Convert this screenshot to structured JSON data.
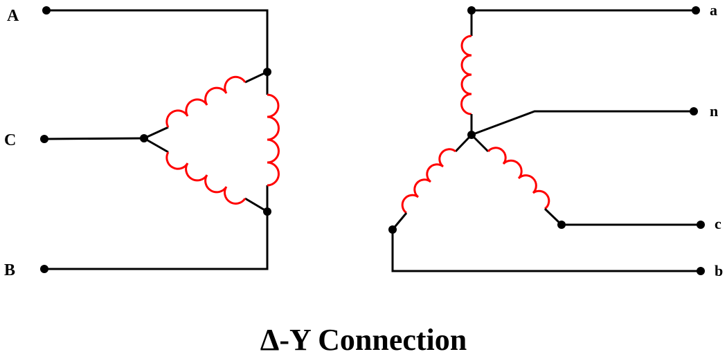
{
  "title": "Δ-Y Connection",
  "colors": {
    "wire": "#000000",
    "winding": "#ff0000",
    "background": "#ffffff"
  },
  "delta_side": {
    "terminals": [
      {
        "label": "A"
      },
      {
        "label": "C"
      },
      {
        "label": "B"
      }
    ]
  },
  "wye_side": {
    "terminals": [
      {
        "label": "a"
      },
      {
        "label": "n"
      },
      {
        "label": "c"
      },
      {
        "label": "b"
      }
    ]
  }
}
